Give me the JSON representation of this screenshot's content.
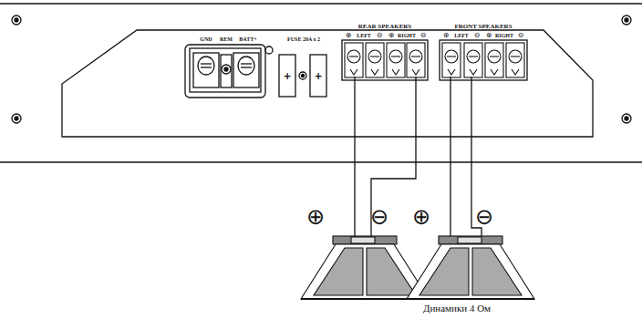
{
  "diagram": {
    "labels": [
      "GND",
      "REM",
      "BATT+",
      "FUSE 20A x 2",
      "+",
      "+",
      "REAR SPEAKERS",
      "⊕",
      "LEFT",
      "⊖",
      "⊕",
      "RIGHT",
      "⊖",
      "FRONT SPEAKERS",
      "⊕",
      "LEFT",
      "⊖",
      "⊕",
      "RIGHT",
      "⊖",
      "⊕",
      "⊖",
      "⊕",
      "⊖",
      "Динамики 4 Ом"
    ]
  }
}
